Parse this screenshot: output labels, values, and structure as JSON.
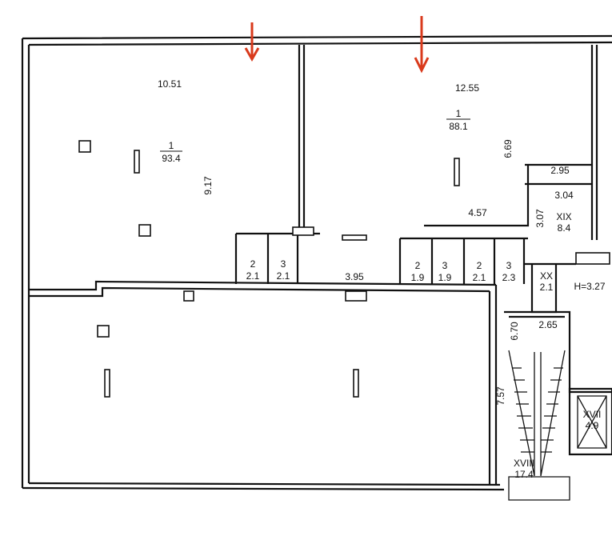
{
  "plan": {
    "rooms": [
      {
        "id": "room-1-left",
        "number": "1",
        "area": "93.4"
      },
      {
        "id": "room-1-right",
        "number": "1",
        "area": "88.1"
      },
      {
        "id": "wc-a-2",
        "number": "2",
        "area": "2.1"
      },
      {
        "id": "wc-a-3",
        "number": "3",
        "area": "2.1"
      },
      {
        "id": "wc-b-2",
        "number": "2",
        "area": "1.9"
      },
      {
        "id": "wc-b-3",
        "number": "3",
        "area": "1.9"
      },
      {
        "id": "wc-c-2",
        "number": "2",
        "area": "2.1"
      },
      {
        "id": "wc-c-3",
        "number": "3",
        "area": "2.3"
      },
      {
        "id": "room-xix",
        "number": "XIX",
        "area": "8.4"
      },
      {
        "id": "room-xx",
        "number": "XX",
        "area": "2.1"
      },
      {
        "id": "room-xvii",
        "number": "XVII",
        "area": "4.9"
      },
      {
        "id": "room-xviii",
        "number": "XVIII",
        "area": "17.4"
      }
    ],
    "dimensions": [
      "10.51",
      "9.17",
      "12.55",
      "6.69",
      "2.95",
      "3.04",
      "3.07",
      "4.57",
      "3.95",
      "6.70",
      "2.65",
      "7.57"
    ],
    "height_label": "H=3.27",
    "arrow_color": "#d93a1c"
  }
}
